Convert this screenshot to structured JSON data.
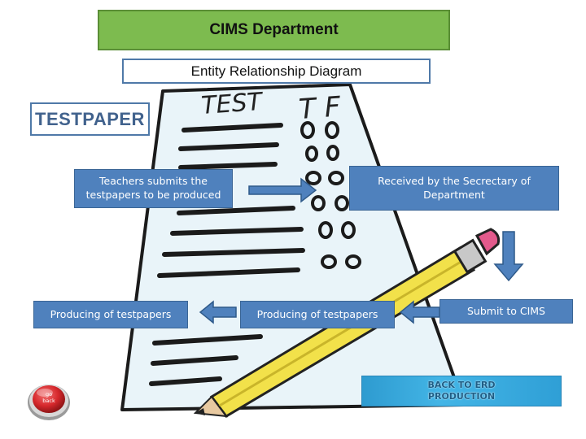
{
  "header": {
    "department": "CIMS Department",
    "diagram_title": "Entity Relationship Diagram"
  },
  "section_label": "TESTPAPER",
  "illustration": {
    "paper_title": "TEST",
    "paper_marks": "T F"
  },
  "steps": {
    "teachers_submit": "Teachers submits the testpapers to be produced",
    "received_by_secretary": "Received by the Secrectary of Department",
    "submit_to_cims": "Submit to CIMS",
    "producing_mid": "Producing of testpapers",
    "producing_left": "Producing of testpapers"
  },
  "navigation": {
    "back_line1": "BACK TO ERD",
    "back_line2": "PRODUCTION",
    "go_back_line1": "go",
    "go_back_line2": "back"
  },
  "colors": {
    "header_green": "#7dbb4f",
    "step_blue": "#4f81bd",
    "arrow_blue": "#4f81bd",
    "pencil_yellow": "#f2e14a",
    "eraser_pink": "#e35a8c",
    "go_back_red": "#d6282c"
  }
}
